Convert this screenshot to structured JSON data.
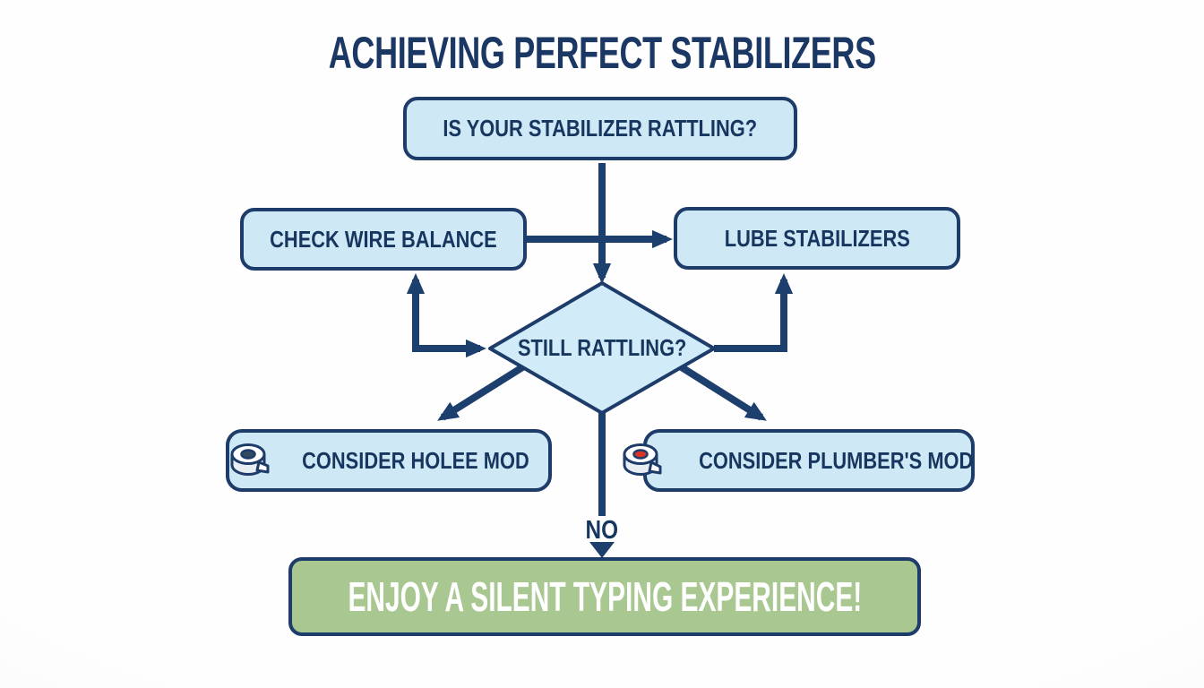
{
  "title": "ACHIEVING PERFECT STABILIZERS",
  "nodes": {
    "question": {
      "label": "IS YOUR STABILIZER RATTLING?"
    },
    "check_wire": {
      "label": "CHECK WIRE BALANCE"
    },
    "lube": {
      "label": "LUBE STABILIZERS"
    },
    "decision": {
      "label": "STILL RATTLING?"
    },
    "holee": {
      "label": "CONSIDER HOLEE MOD",
      "icon": "tape-roll-icon"
    },
    "plumbers": {
      "label": "CONSIDER PLUMBER'S MOD",
      "icon": "tape-roll-red-icon"
    },
    "result": {
      "label": "ENJOY A SILENT TYPING EXPERIENCE!"
    }
  },
  "edges": {
    "no_label": "NO"
  },
  "colors": {
    "title_text": "#1b3764",
    "text": "#17365f",
    "outline": "#1e3c69",
    "arrow": "#1d3f6e",
    "node_fill": "#cfe8f6",
    "diamond_fill": "#d2ebf8",
    "result_fill": "#a9c891",
    "result_text": "#ffffff",
    "tape_hole_left": "#314a5f",
    "tape_hole_right": "#dd3327"
  }
}
